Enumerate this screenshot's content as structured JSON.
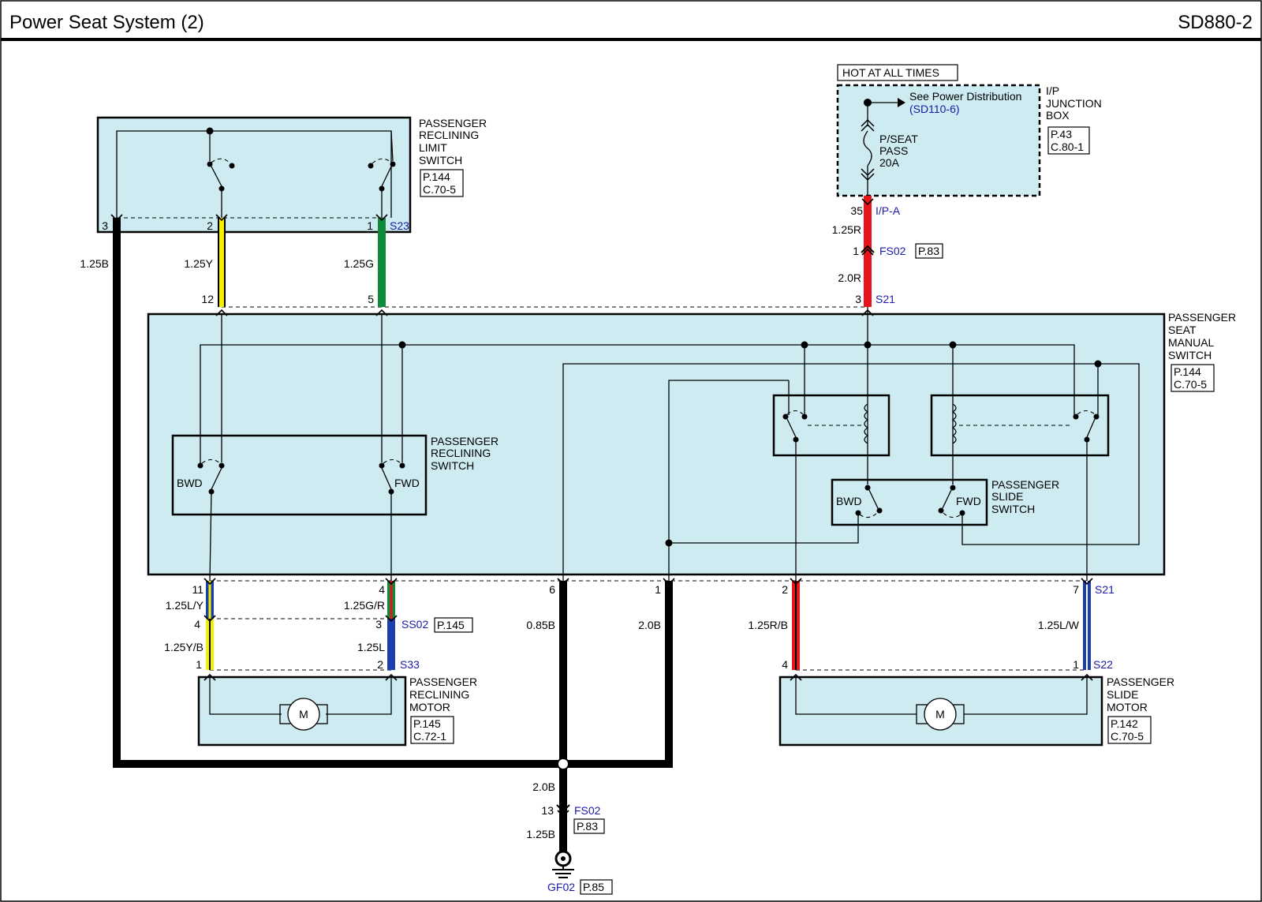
{
  "header": {
    "title": "Power Seat System (2)",
    "code": "SD880-2"
  },
  "hot_label": "HOT AT ALL TIMES",
  "junction": {
    "name": [
      "I/P",
      "JUNCTION",
      "BOX"
    ],
    "refs": [
      "P.43",
      "C.80-1"
    ],
    "see_text": "See Power Distribution",
    "see_ref": "(SD110-6)",
    "fuse": [
      "P/SEAT",
      "PASS",
      "20A"
    ]
  },
  "limit_switch": {
    "name": [
      "PASSENGER",
      "RECLINING",
      "LIMIT",
      "SWITCH"
    ],
    "refs": [
      "P.144",
      "C.70-5"
    ]
  },
  "manual_switch": {
    "name": [
      "PASSENGER",
      "SEAT",
      "MANUAL",
      "SWITCH"
    ],
    "refs": [
      "P.144",
      "C.70-5"
    ]
  },
  "recline_switch": {
    "name": [
      "PASSENGER",
      "RECLINING",
      "SWITCH"
    ],
    "bwd": "BWD",
    "fwd": "FWD"
  },
  "slide_switch": {
    "name": [
      "PASSENGER",
      "SLIDE",
      "SWITCH"
    ],
    "bwd": "BWD",
    "fwd": "FWD"
  },
  "recline_motor": {
    "name": [
      "PASSENGER",
      "RECLINING",
      "MOTOR"
    ],
    "refs": [
      "P.145",
      "C.72-1"
    ],
    "symbol": "M"
  },
  "slide_motor": {
    "name": [
      "PASSENGER",
      "SLIDE",
      "MOTOR"
    ],
    "refs": [
      "P.142",
      "C.70-5"
    ],
    "symbol": "M"
  },
  "pins": {
    "l3": "3",
    "l2": "2",
    "l1": "1",
    "j35": "35",
    "fs1": "1",
    "m3": "3",
    "m12": "12",
    "m5": "5",
    "m11": "11",
    "m4": "4",
    "m6": "6",
    "m1": "1",
    "m2": "2",
    "m7": "7",
    "c4": "4",
    "c3": "3",
    "rm1": "1",
    "rm2": "2",
    "sm4": "4",
    "sm1": "1",
    "g13": "13"
  },
  "wires": {
    "w125b": "1.25B",
    "w125y": "1.25Y",
    "w125g": "1.25G",
    "w125r": "1.25R",
    "w20r": "2.0R",
    "w125ly": "1.25L/Y",
    "w125gr": "1.25G/R",
    "w125yb": "1.25Y/B",
    "w125l": "1.25L",
    "w085b": "0.85B",
    "w20b": "2.0B",
    "w125rb": "1.25R/B",
    "w125lw": "1.25L/W",
    "w20b2": "2.0B",
    "w125b2": "1.25B"
  },
  "connectors": {
    "s23": "S23",
    "ipa": "I/P-A",
    "fs02": "FS02",
    "s21a": "S21",
    "s21b": "S21",
    "ss02": "SS02",
    "s33": "S33",
    "s22": "S22",
    "fs02b": "FS02",
    "gf02": "GF02"
  },
  "refs": {
    "fs02": "P.83",
    "ss02": "P.145",
    "fs02b": "P.83",
    "gf02": "P.85"
  },
  "colors": {
    "red": "#e8141c",
    "yellow": "#f4f000",
    "green": "#0e8a3a",
    "blue": "#1c3fb0",
    "black": "#000000",
    "box_fill": "#cdebf1"
  }
}
